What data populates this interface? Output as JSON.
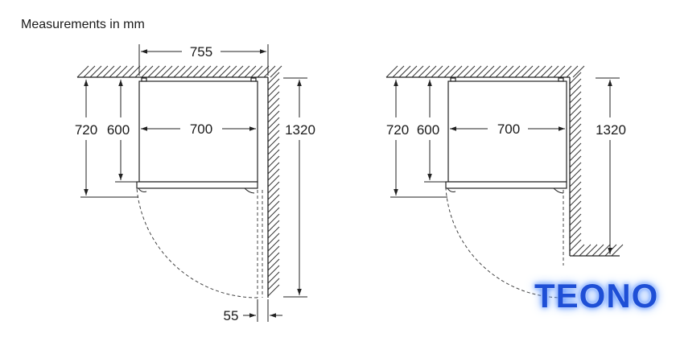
{
  "title": "Measurements in mm",
  "logo": "TEONO",
  "left": {
    "width_total": "755",
    "height_720": "720",
    "height_600": "600",
    "width_700": "700",
    "height_1320": "1320",
    "gap_55": "55"
  },
  "right": {
    "height_720": "720",
    "height_600": "600",
    "width_700": "700",
    "height_1320": "1320"
  }
}
